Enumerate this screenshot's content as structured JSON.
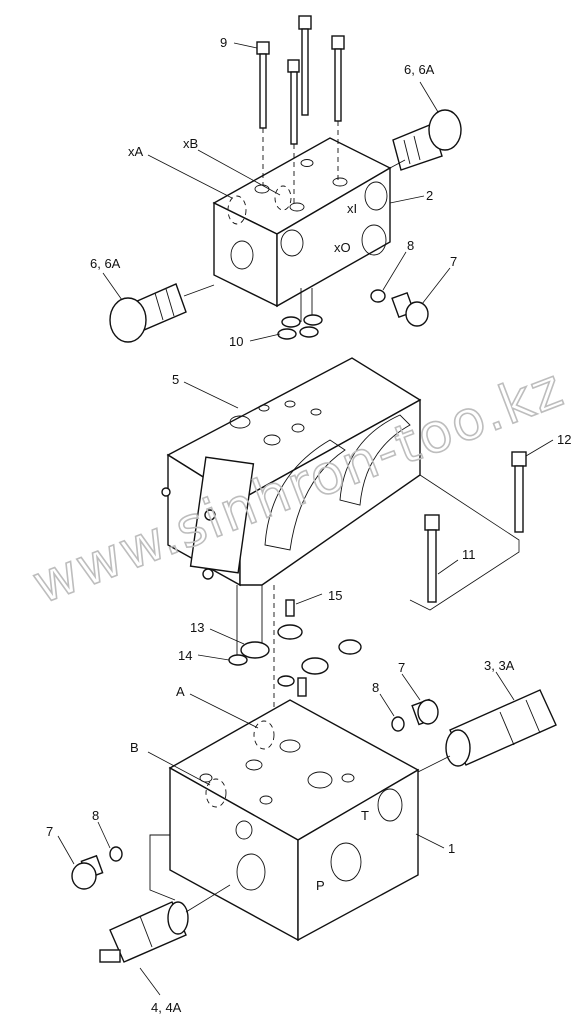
{
  "watermark": "www.sinhron-too.kz",
  "labels": {
    "l9": "9",
    "l66A_top": "6, 6A",
    "lxA": "xA",
    "lxB": "xB",
    "lxI": "xI",
    "lxO": "xO",
    "l2": "2",
    "l8_top": "8",
    "l7_top": "7",
    "l66A_left": "6, 6A",
    "l10": "10",
    "l5": "5",
    "l12": "12",
    "l11": "11",
    "l15": "15",
    "l13": "13",
    "l14": "14",
    "l7_mid": "7",
    "l33A": "3, 3A",
    "l8_mid": "8",
    "lA": "A",
    "lB": "B",
    "lT": "T",
    "l1": "1",
    "lP": "P",
    "l7_bot": "7",
    "l8_bot": "8",
    "l44A": "4, 4A"
  }
}
